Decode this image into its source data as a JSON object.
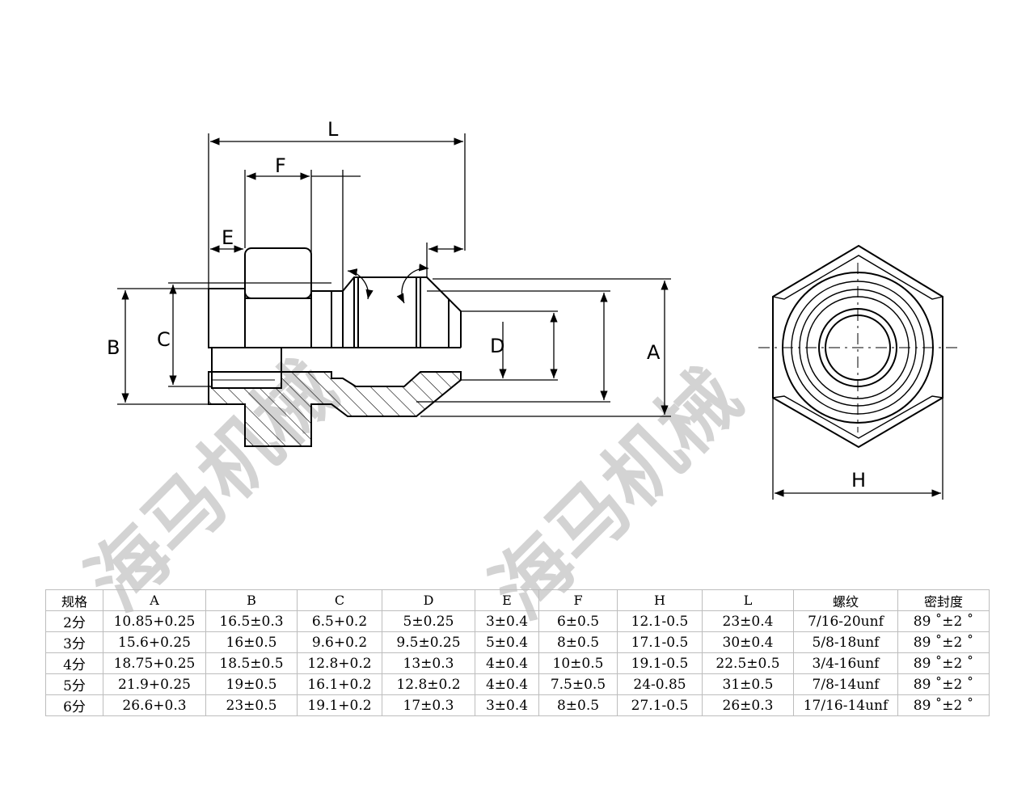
{
  "dimensions": {
    "L": "L",
    "F": "F",
    "E": "E",
    "B": "B",
    "C": "C",
    "D": "D",
    "A": "A",
    "H": "H"
  },
  "watermark": {
    "left": "海马机械",
    "right": "海马机械"
  },
  "table": {
    "headers": [
      "规格",
      "A",
      "B",
      "C",
      "D",
      "E",
      "F",
      "H",
      "L",
      "螺纹",
      "密封度"
    ],
    "rows": [
      [
        "2分",
        "10.85+0.25",
        "16.5±0.3",
        "6.5+0.2",
        "5±0.25",
        "3±0.4",
        "6±0.5",
        "12.1-0.5",
        "23±0.4",
        "7/16-20unf",
        "89 ˚±2 ˚"
      ],
      [
        "3分",
        "15.6+0.25",
        "16±0.5",
        "9.6+0.2",
        "9.5±0.25",
        "5±0.4",
        "8±0.5",
        "17.1-0.5",
        "30±0.4",
        "5/8-18unf",
        "89 ˚±2 ˚"
      ],
      [
        "4分",
        "18.75+0.25",
        "18.5±0.5",
        "12.8+0.2",
        "13±0.3",
        "4±0.4",
        "10±0.5",
        "19.1-0.5",
        "22.5±0.5",
        "3/4-16unf",
        "89 ˚±2 ˚"
      ],
      [
        "5分",
        "21.9+0.25",
        "19±0.5",
        "16.1+0.2",
        "12.8±0.2",
        "4±0.4",
        "7.5±0.5",
        "24-0.85",
        "31±0.5",
        "7/8-14unf",
        "89 ˚±2 ˚"
      ],
      [
        "6分",
        "26.6+0.3",
        "23±0.5",
        "19.1+0.2",
        "17±0.3",
        "3±0.4",
        "8±0.5",
        "27.1-0.5",
        "26±0.3",
        "17/16-14unf",
        "89 ˚±2 ˚"
      ]
    ]
  }
}
